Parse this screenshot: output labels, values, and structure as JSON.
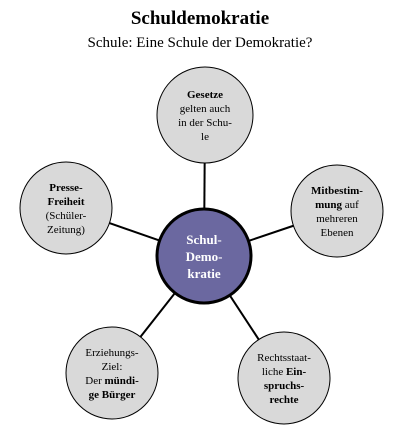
{
  "header": {
    "title": "Schuldemokratie",
    "subtitle": "Schule: Eine Schule der Demokratie?"
  },
  "colors": {
    "center_fill": "#6b68a0",
    "satellite_fill": "#d9d9d9",
    "outline": "#000000",
    "center_text": "#ffffff"
  },
  "center": {
    "lines": [
      "Schul-",
      "Demo-",
      "kratie"
    ]
  },
  "satellites": [
    {
      "id": "gesetze",
      "lines": [
        [
          {
            "t": "Gesetze",
            "b": true
          }
        ],
        [
          {
            "t": "gelten auch",
            "b": false
          }
        ],
        [
          {
            "t": "in der Schu-",
            "b": false
          }
        ],
        [
          {
            "t": "le",
            "b": false
          }
        ]
      ]
    },
    {
      "id": "mitbestimmung",
      "lines": [
        [
          {
            "t": "Mitbestim-",
            "b": true
          }
        ],
        [
          {
            "t": "mung",
            "b": true
          },
          {
            "t": " auf",
            "b": false
          }
        ],
        [
          {
            "t": "mehreren",
            "b": false
          }
        ],
        [
          {
            "t": "Ebenen",
            "b": false
          }
        ]
      ]
    },
    {
      "id": "rechtsstaatliche-einspruchsrechte",
      "lines": [
        [
          {
            "t": "Rechtsstaat-",
            "b": false
          }
        ],
        [
          {
            "t": "liche ",
            "b": false
          },
          {
            "t": "Ein-",
            "b": true
          }
        ],
        [
          {
            "t": "spruchs-",
            "b": true
          }
        ],
        [
          {
            "t": "rechte",
            "b": true
          }
        ]
      ]
    },
    {
      "id": "erziehungsziel",
      "lines": [
        [
          {
            "t": "Erziehungs-",
            "b": false
          }
        ],
        [
          {
            "t": "Ziel:",
            "b": false
          }
        ],
        [
          {
            "t": "Der ",
            "b": false
          },
          {
            "t": "mündi-",
            "b": true
          }
        ],
        [
          {
            "t": "ge Bürger",
            "b": true
          }
        ]
      ]
    },
    {
      "id": "pressefreiheit",
      "lines": [
        [
          {
            "t": "Presse-",
            "b": true
          }
        ],
        [
          {
            "t": "Freiheit",
            "b": true
          }
        ],
        [
          {
            "t": "(Schüler-",
            "b": false
          }
        ],
        [
          {
            "t": "Zeitung)",
            "b": false
          }
        ]
      ]
    }
  ]
}
